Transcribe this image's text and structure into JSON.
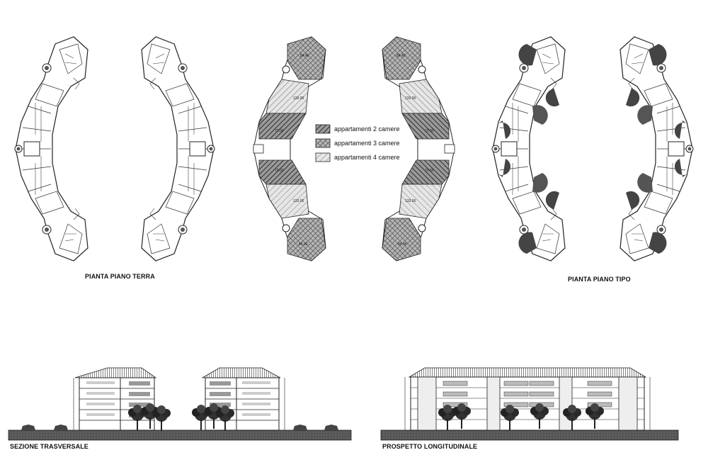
{
  "captions": {
    "ground_floor": "PIANTA PIANO TERRA",
    "typical_floor": "PIANTA PIANO TIPO",
    "cross_section": "SEZIONE TRASVERSALE",
    "elevation": "PROSPETTO LONGITUDINALE"
  },
  "legend": [
    {
      "label": "appartamenti 2 camere",
      "pattern": "dense"
    },
    {
      "label": "appartamenti 3 camere",
      "pattern": "cross"
    },
    {
      "label": "appartamenti 4 camere",
      "pattern": "light"
    }
  ],
  "area_labels": [
    "133.00",
    "133.00",
    "133.00",
    "133.00",
    "84.40",
    "84.40",
    "84.40",
    "84.40",
    "72.00",
    "72.00",
    "72.00",
    "72.00"
  ]
}
